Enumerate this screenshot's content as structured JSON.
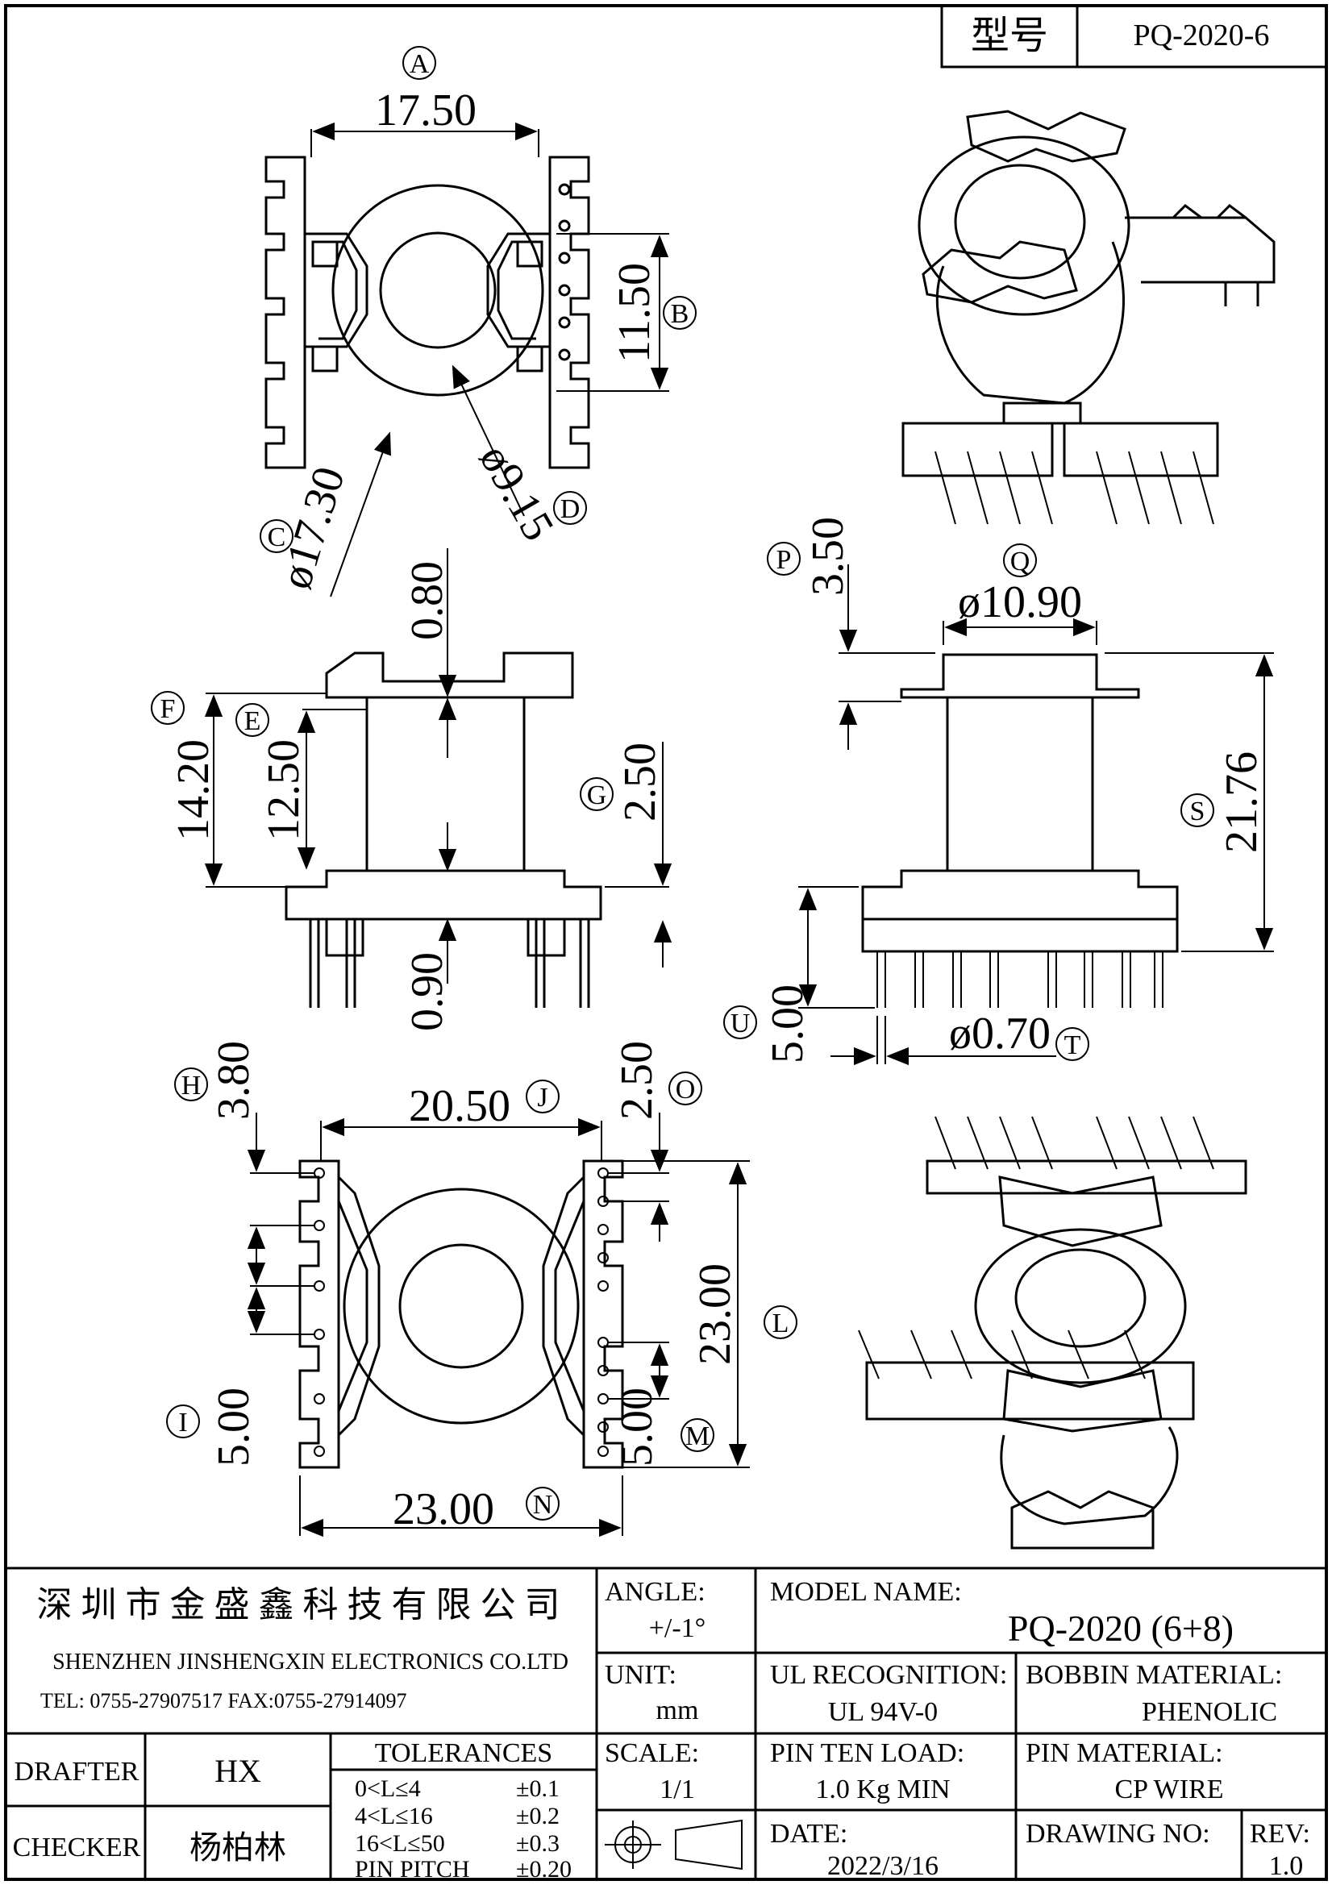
{
  "header": {
    "model_label": "型号",
    "model_value": "PQ-2020-6"
  },
  "dimensions": {
    "A": "17.50",
    "B": "11.50",
    "C": "ø17.30",
    "D": "ø9.15",
    "E": "12.50",
    "F": "14.20",
    "G": "2.50",
    "top_gap": "0.80",
    "bottom_gap": "0.90",
    "P": "3.50",
    "Q": "ø10.90",
    "S": "21.76",
    "U": "5.00",
    "T": "ø0.70",
    "H": "3.80",
    "J": "20.50",
    "O": "2.50",
    "L": "23.00",
    "I": "5.00",
    "M": "5.00",
    "N": "23.00"
  },
  "callouts": [
    "A",
    "B",
    "C",
    "D",
    "E",
    "F",
    "G",
    "P",
    "Q",
    "S",
    "U",
    "T",
    "H",
    "J",
    "O",
    "L",
    "I",
    "M",
    "N"
  ],
  "title_block": {
    "company_cn": "深 圳 市 金 盛 鑫 科 技 有 限 公 司",
    "company_en": "SHENZHEN JINSHENGXIN ELECTRONICS CO.LTD",
    "contact": "TEL: 0755-27907517    FAX:0755-27914097",
    "angle_label": "ANGLE:",
    "angle_value": "+/-1°",
    "unit_label": "UNIT:",
    "unit_value": "mm",
    "scale_label": "SCALE:",
    "scale_value": "1/1",
    "model_name_label": "MODEL NAME:",
    "model_name_value": "PQ-2020 (6+8)",
    "ul_label": "UL RECOGNITION:",
    "ul_value": "UL 94V-0",
    "bobbin_label": "BOBBIN MATERIAL:",
    "bobbin_value": "PHENOLIC",
    "pin_load_label": "PIN TEN LOAD:",
    "pin_load_value": "1.0 Kg MIN",
    "pin_material_label": "PIN MATERIAL:",
    "pin_material_value": "CP WIRE",
    "date_label": "DATE:",
    "date_value": "2022/3/16",
    "drawing_no_label": "DRAWING NO:",
    "drawing_no_value": "",
    "rev_label": "REV:",
    "rev_value": "1.0",
    "drafter_label": "DRAFTER",
    "drafter_value": "HX",
    "checker_label": "CHECKER",
    "checker_value": "杨柏林",
    "tolerances_label": "TOLERANCES",
    "tolerances": [
      {
        "range": "0<L≤4",
        "value": "±0.1"
      },
      {
        "range": "4<L≤16",
        "value": "±0.2"
      },
      {
        "range": "16<L≤50",
        "value": "±0.3"
      },
      {
        "range": "PIN PITCH",
        "value": "±0.20"
      }
    ]
  },
  "icons": [
    "first-angle-projection-icon"
  ]
}
